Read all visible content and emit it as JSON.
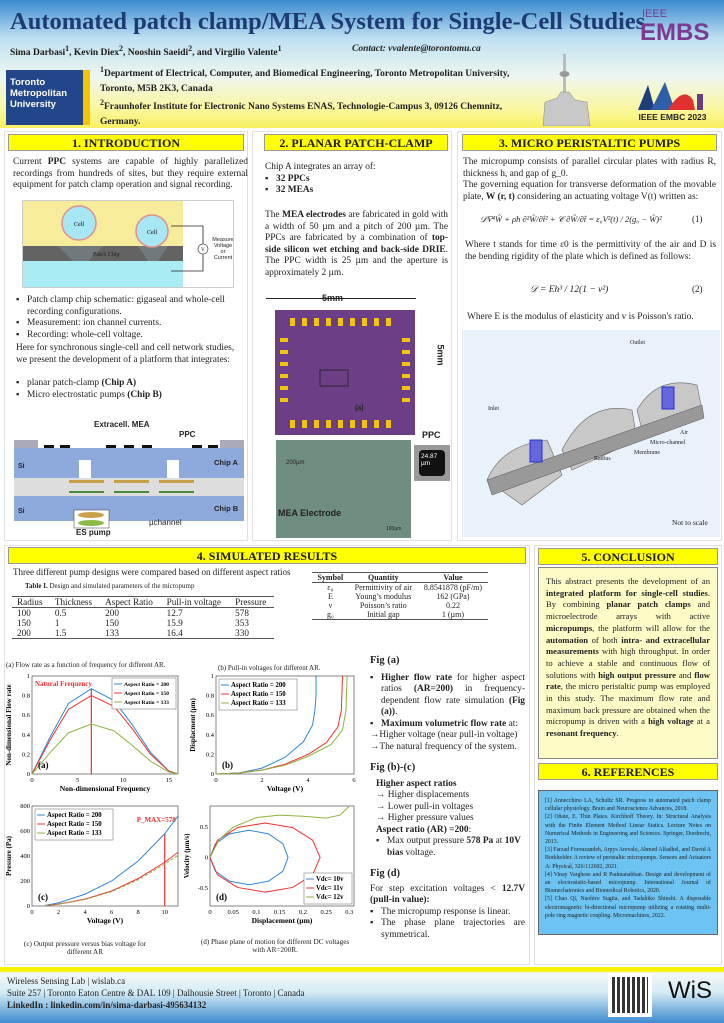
{
  "header": {
    "title": "Automated patch clamp/MEA System for Single-Cell Studies",
    "authors": [
      {
        "name": "Sima Darbasi",
        "sup": "1"
      },
      {
        "name": "Kevin Diex",
        "sup": "2"
      },
      {
        "name": "Nooshin Saeidi",
        "sup": "2"
      },
      {
        "name": "Virgilio Valente",
        "sup": "1"
      }
    ],
    "authors_and": ", and ",
    "contact": "Contact: vvalente@torontomu.ca",
    "affil1": "Department of Electrical, Computer, and Biomedical Engineering, Toronto Metropolitan University, Toronto, M5B 2K3, Canada",
    "affil2": "Fraunhofer Institute for Electronic Nano Systems ENAS, Technologie-Campus 3, 09126 Chemnitz, Germany.",
    "sup1": "1",
    "sup2": "2",
    "tmu_logo": "Toronto Metropolitan University",
    "embs_logo_top": "IEEE",
    "embs_logo": "EMBS",
    "embc_logo": "IEEE EMBC 2023"
  },
  "intro": {
    "heading": "1. INTRODUCTION",
    "p1_pre": "Current ",
    "p1_b": "PPC",
    "p1_post": " systems are capable of highly parallelized recordings from hundreds of sites, but they require external equipment for patch clamp operation and signal recording.",
    "fig_labels": {
      "cell": "Cell",
      "chip": "Patch Chip",
      "measure": "Measure Voltage or Current",
      "v": "V"
    },
    "bullets": [
      "Patch clamp chip schematic: gigaseal and whole-cell recording configurations.",
      "Measurement: ion channel currents.",
      "Recording: whole-cell voltage."
    ],
    "p2": "Here for synchronous single-cell and cell network studies, we present the development of a platform that integrates:",
    "bullets2": [
      {
        "t": "planar patch-clamp ",
        "b": "(Chip A)"
      },
      {
        "t": "Micro electrostatic pumps ",
        "b": "(Chip B)"
      }
    ],
    "diagram": {
      "mea": "Extracell. MEA",
      "ppc": "PPC",
      "chipA": "Chip A",
      "chipB": "Chip B",
      "si1": "Si",
      "si2": "Si",
      "channel": "µchannel",
      "pump": "ES pump"
    }
  },
  "ppc": {
    "heading": "2. PLANAR PATCH-CLAMP",
    "intro": "Chip A integrates an array of:",
    "bullets": [
      "32 PPCs",
      "32 MEAs"
    ],
    "p_b1": "MEA electrodes",
    "p_1": "The ",
    "p_2": " are fabricated in gold with a width of 50 µm and a pitch of 200 µm. The PPCs are fabricated by a combination of ",
    "p_b2": "top-side silicon wet etching and back-side DRIE",
    "p_3": ". The PPC width is 25 µm and the aperture is approximately 2 µm.",
    "fig": {
      "w": "5mm",
      "h": "5mm",
      "a": "(a)",
      "ppc": "PPC",
      "pitch": "200µm",
      "size": "24.87 µm",
      "mea": "MEA Electrode",
      "scale": "100µm"
    }
  },
  "pumps": {
    "heading": "3. MICRO PERISTALTIC PUMPS",
    "p1": "The micropump consists of parallel circular plates with radius R, thickness h, and gap of g_0.",
    "p2_a": "The governing equation for transverse deformation of the movable plate, ",
    "p2_b": "W (r, t)",
    "p2_c": " considering an actuating voltage V(t) written as:",
    "eq1": "𝒟∇⁴Ŵ + ρh ∂²Ŵ/∂t̂² + 𝒞 ∂Ŵ/∂t̂ = ε₀V²(t) / 2(g₀ − Ŵ)²",
    "eq1_num": "(1)",
    "p3": "Where t stands for time  ε0 is the permittivity of the air and D is the bending rigidity of the plate which is defined as follows:",
    "eq2": "𝒟 = Eh³ / 12(1 − ν²)",
    "eq2_num": "(2)",
    "p4": "Where E is the modulus of elasticity and v is Poisson's ratio.",
    "fig": {
      "outlet": "Outlet",
      "inlet": "Inlet",
      "air": "Air",
      "channel": "Micro-channel",
      "membrane": "Membrane",
      "radius": "Radius",
      "note": "Not to scale"
    }
  },
  "results": {
    "heading": "4. SIMULATED RESULTS",
    "intro": "Three different pump designs were compared based on different aspect ratios",
    "table1_caption_b": "Table I.",
    "table1_caption": " Design and simulated parameters of the micropump",
    "table1_headers": [
      "Radius",
      "Thickness",
      "Aspect Ratio",
      "Pull-in voltage",
      "Pressure"
    ],
    "table1_rows": [
      [
        "100",
        "0.5",
        "200",
        "12.7",
        "578"
      ],
      [
        "150",
        "1",
        "150",
        "15.9",
        "353"
      ],
      [
        "200",
        "1.5",
        "133",
        "16.4",
        "330"
      ]
    ],
    "table2_headers": [
      "Symbol",
      "Quantity",
      "Value"
    ],
    "table2_rows": [
      [
        "ε₀",
        "Permittivity of air",
        "8.8541878 (pF/m)"
      ],
      [
        "E",
        "Young’s modulus",
        "162 (GPa)"
      ],
      [
        "ν",
        "Poisson’s ratio",
        "0.22"
      ],
      [
        "g₀",
        "Initial gap",
        "1 (µm)"
      ]
    ],
    "cap_a": "(a) Flow rate as a function of frequency for different AR.",
    "cap_b": "(b) Pull-in voltages for different AR.",
    "cap_c": "(c) Output pressure versus bias voltage for different AR",
    "cap_d": "(d) Phase plane of motion for different DC voltages with AR=200R.",
    "figa_title": "Fig (a)",
    "figa_b1_b": "Higher flow rate",
    "figa_b1": " for higher aspect ratios ",
    "figa_b1_b2": "(AR=200)",
    "figa_b1_c": " in frequency-dependent flow rate simulation ",
    "figa_b1_b3": "(Fig (a))",
    "figa_b2_b": "Maximum volumetric flow rate",
    "figa_b2": " at:",
    "figa_arrows": [
      "Higher voltage (near pull-in voltage)",
      "The natural frequency of the system."
    ],
    "figbc_title": "Fig (b)-(c)",
    "figbc_sub": "Higher aspect ratios",
    "figbc_arrows": [
      "Higher displacements",
      "Lower pull-in voltages",
      "Higher pressure values"
    ],
    "figbc_ar": "Aspect ratio (AR) =200",
    "figbc_b1": "Max output pressure ",
    "figbc_b1_b": "578 Pa",
    "figbc_b1_c": " at ",
    "figbc_b1_b2": "10V bias",
    "figbc_b1_d": " voltage.",
    "figd_title": "Fig (d)",
    "figd_p": "For step excitation voltages < ",
    "figd_p_b": "12.7V (pull-in value):",
    "figd_bullets": [
      "The micropump response is linear.",
      "The phase plane trajectories are symmetrical."
    ]
  },
  "conclusion": {
    "heading": "5. CONCLUSION",
    "parts": [
      [
        "This abstract presents the development of an ",
        0
      ],
      [
        "integrated platform for single-cell studies",
        1
      ],
      [
        ". By combining ",
        0
      ],
      [
        "planar patch clamps",
        1
      ],
      [
        " and microelectrode arrays with active ",
        0
      ],
      [
        "micropumps",
        1
      ],
      [
        ", the platform will allow for the ",
        0
      ],
      [
        "automation",
        1
      ],
      [
        " of both ",
        0
      ],
      [
        "intra- and extracellular measurements",
        1
      ],
      [
        " with high throughput. In order to achieve a stable and continuous flow of solutions with ",
        0
      ],
      [
        "high output pressure",
        1
      ],
      [
        " and ",
        0
      ],
      [
        "flow rate",
        1
      ],
      [
        ", the micro peristaltic pump was employed in this study. The maximum flow rate and maximum back pressure are obtained when the micropump is driven with a ",
        0
      ],
      [
        "high voltage",
        1
      ],
      [
        " at a ",
        0
      ],
      [
        "resonant frequency",
        1
      ],
      [
        ".",
        0
      ]
    ]
  },
  "references": {
    "heading": "6. REFERENCES",
    "items": [
      "[1] Annecchino LA, Schultz SR. Progress in automated patch clamp cellular physiology. Brain and Neuroscience Advances, 2018.",
      "[2] Oñate, E. Thin Plates. Kirchhoff Theory. In: Structural Analysis with the Finite Element Method Linear Statics. Lecture Notes on Numerical Methods in Engineering and Sciences. Springer, Dordrecht, 2013.",
      "[3] Farzad Forouzandeh, Arpys Arevalo, Ahmed Alfadhel, and David A Borkholder. A review of peristaltic micropumps. Sensors and Actuators A: Physical, 326:112602, 2021.",
      "[4] Vinay Varghese and R Padmanabhan. Design and development of an electrostatic-based micropump. International Journal of Biomechatronics and Biomedical Robotics, 2020.",
      "[5] Chao Qi, Naohiro Sugita, and Tadahiko Shinshi. A disposable electromagnetic bi-directional micropump utilizing a rotating multi-pole ring magnetic coupling. Micromachines, 2022."
    ]
  },
  "footer": {
    "line1": "Wireless Sensing Lab | wislab.ca",
    "line2": "Suite 257 | Toronto Eaton Centre & DAL 109 | Dalhousie Street | Toronto | Canada",
    "line3": "LinkedIn : linkedin.com/in/sima-darbasi-495634132",
    "logo": "WiS"
  },
  "colors": {
    "blue": "#2f86d6",
    "red": "#f03030",
    "green": "#8db33a",
    "yellow": "#ffff00",
    "ref_bg": "#6dc4f3",
    "concl_bg": "#fdfbc6",
    "title": "#1c3a73"
  },
  "chart_data": [
    {
      "id": "a",
      "type": "line",
      "xlabel": "Non-dimensional Frequency",
      "ylabel": "Non-dimensional Flow rate",
      "xlim": [
        0,
        16
      ],
      "ylim": [
        0,
        1
      ],
      "xticks": [
        0,
        5,
        10,
        15
      ],
      "yticks": [
        0,
        0.2,
        0.4,
        0.6,
        0.8,
        1
      ],
      "panel_label": "(a)",
      "legend": "top-right",
      "annotation": "Natural Frequency",
      "annotation_x": 6.5,
      "x": [
        0,
        2,
        4,
        6.5,
        9,
        11,
        13,
        15,
        16
      ],
      "series": [
        {
          "name": "Aspect Ratio = 200",
          "color": "#2f86d6",
          "values": [
            0,
            0.38,
            0.72,
            0.87,
            0.75,
            0.5,
            0.22,
            0.03,
            0
          ]
        },
        {
          "name": "Aspect Ratio = 150",
          "color": "#f03030",
          "values": [
            0,
            0.35,
            0.66,
            0.8,
            0.69,
            0.46,
            0.2,
            0.03,
            0
          ]
        },
        {
          "name": "Aspect Ratio = 133",
          "color": "#8db33a",
          "values": [
            0,
            0.22,
            0.42,
            0.51,
            0.44,
            0.29,
            0.13,
            0.02,
            0
          ]
        }
      ]
    },
    {
      "id": "b",
      "type": "line",
      "xlabel": "Voltage (V)",
      "ylabel": "Displacment (µm)",
      "xlim": [
        0,
        6
      ],
      "ylim": [
        0,
        1
      ],
      "xticks": [
        0,
        2,
        4,
        6
      ],
      "yticks": [
        0,
        0.2,
        0.4,
        0.6,
        0.8,
        1
      ],
      "panel_label": "(b)",
      "legend": "top-left",
      "series": [
        {
          "name": "Aspect Ratio = 200",
          "color": "#2f86d6",
          "x": [
            0,
            1,
            2,
            3,
            3.8,
            4.2,
            4.3,
            4.35,
            4.35
          ],
          "values": [
            0,
            0.01,
            0.06,
            0.17,
            0.33,
            0.5,
            0.65,
            0.8,
            1
          ]
        },
        {
          "name": "Aspect Ratio = 150",
          "color": "#f03030",
          "x": [
            0,
            1,
            2,
            3,
            4,
            4.8,
            5.3,
            5.45,
            5.5
          ],
          "values": [
            0,
            0.01,
            0.04,
            0.1,
            0.2,
            0.32,
            0.48,
            0.65,
            1
          ]
        },
        {
          "name": "Aspect Ratio = 133",
          "color": "#8db33a",
          "x": [
            0,
            1,
            2,
            3,
            4,
            5,
            5.5,
            5.65,
            5.7
          ],
          "values": [
            0,
            0.01,
            0.04,
            0.09,
            0.18,
            0.3,
            0.45,
            0.65,
            1
          ]
        }
      ]
    },
    {
      "id": "c",
      "type": "line",
      "xlabel": "Voltage (V)",
      "ylabel": "Pressure (Pa)",
      "xlim": [
        0,
        11
      ],
      "ylim": [
        0,
        800
      ],
      "xticks": [
        0,
        2,
        4,
        6,
        8,
        10
      ],
      "yticks": [
        0,
        200,
        400,
        600,
        800
      ],
      "panel_label": "(c)",
      "legend": "top-left",
      "annotation": "P_MAX=578",
      "annotation_x": 10,
      "annotation_y": 578,
      "x": [
        1,
        2,
        4,
        6,
        8,
        10,
        11
      ],
      "series": [
        {
          "name": "Aspect Ratio = 200",
          "color": "#2f86d6",
          "values": [
            5,
            25,
            95,
            200,
            360,
            578,
            720
          ]
        },
        {
          "name": "Aspect Ratio = 150",
          "color": "#f03030",
          "values": [
            3,
            15,
            55,
            120,
            220,
            350,
            430
          ]
        },
        {
          "name": "Aspect Ratio = 133",
          "color": "#8db33a",
          "dashed": true,
          "values": [
            3,
            14,
            52,
            115,
            210,
            335,
            405
          ]
        }
      ]
    },
    {
      "id": "d",
      "type": "line",
      "xlabel": "Displacement (µm)",
      "ylabel": "Velocity (µm/s)",
      "xlim": [
        0,
        0.31
      ],
      "ylim": [
        -0.8,
        0.85
      ],
      "xticks": [
        0,
        0.05,
        0.1,
        0.15,
        0.2,
        0.25,
        0.3
      ],
      "yticks": [
        -0.5,
        0,
        0.5
      ],
      "panel_label": "(d)",
      "legend": "bottom-right",
      "series": [
        {
          "name": "Vdc= 10v",
          "color": "#2f86d6",
          "x": [
            0,
            0.0115,
            0.042,
            0.084,
            0.126,
            0.157,
            0.168,
            0.157,
            0.126,
            0.084,
            0.042,
            0.0115,
            0
          ],
          "values": [
            0,
            0.225,
            0.39,
            0.45,
            0.39,
            0.225,
            0,
            -0.225,
            -0.39,
            -0.45,
            -0.39,
            -0.225,
            0
          ]
        },
        {
          "name": "Vdc= 11v",
          "color": "#f03030",
          "x": [
            0,
            0.016,
            0.059,
            0.1185,
            0.178,
            0.221,
            0.237,
            0.221,
            0.178,
            0.1185,
            0.059,
            0.016,
            0
          ],
          "values": [
            0,
            0.285,
            0.494,
            0.57,
            0.494,
            0.285,
            0,
            -0.285,
            -0.494,
            -0.57,
            -0.494,
            -0.285,
            0
          ]
        },
        {
          "name": "Vdc= 12v",
          "color": "#8db33a",
          "x": [
            0,
            0.02,
            0.05,
            0.1,
            0.15,
            0.2,
            0.25,
            0.28,
            0.3
          ],
          "values": [
            0,
            0.3,
            0.5,
            0.66,
            0.7,
            0.68,
            0.65,
            0.7,
            0.85
          ]
        }
      ]
    }
  ]
}
